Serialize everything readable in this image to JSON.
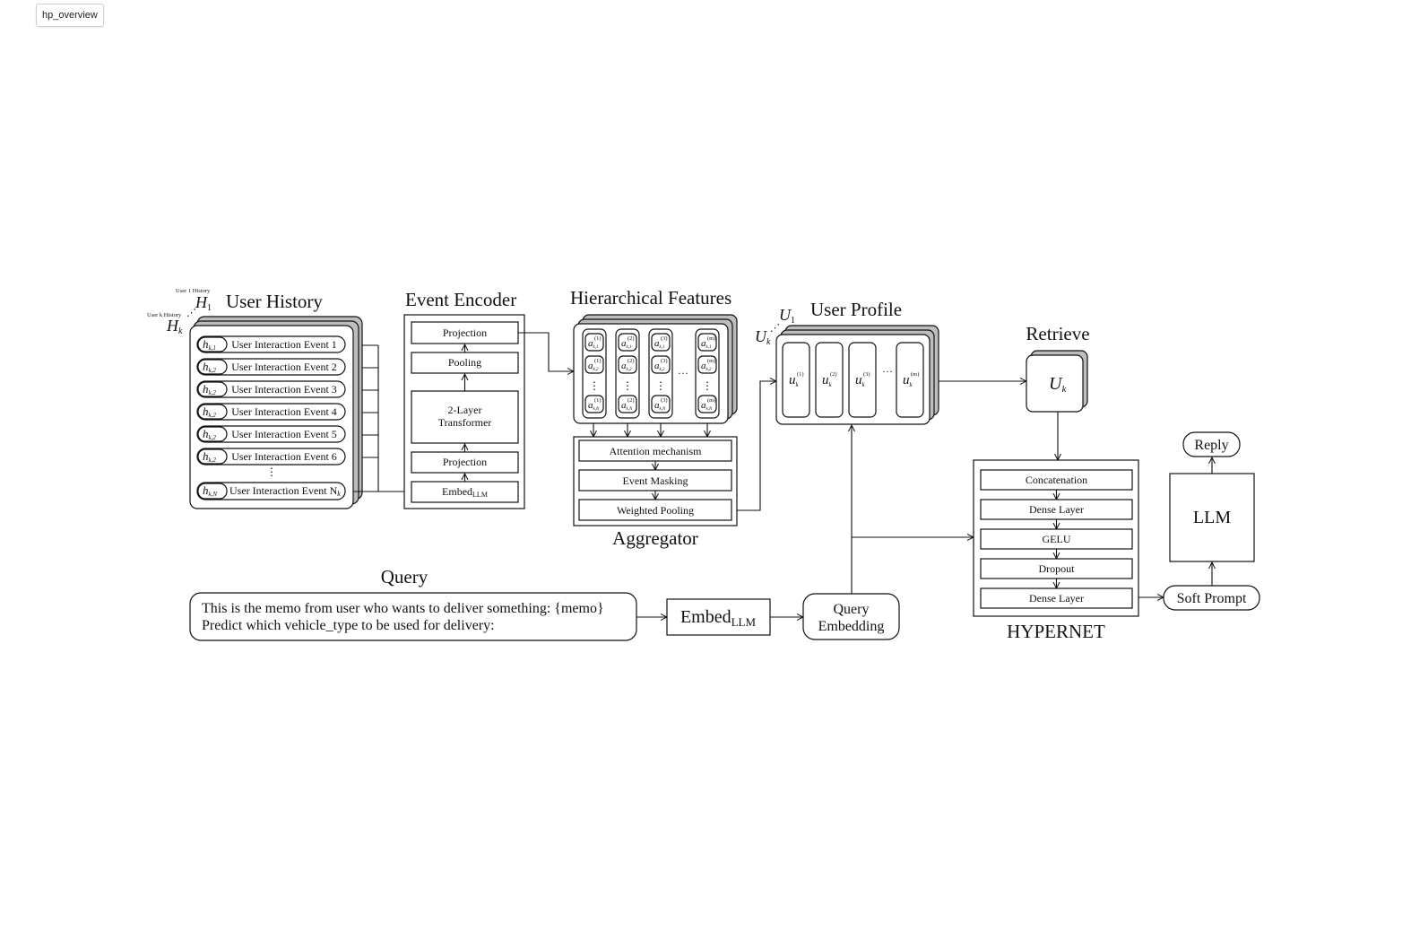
{
  "tab": {
    "label": "hp_overview"
  },
  "user_history": {
    "title": "User History",
    "history_label_first": "User 1 History",
    "history_label_k": "User k History",
    "stack_label_first": "H",
    "stack_label_first_sub": "1",
    "stack_label_k": "H",
    "stack_label_k_sub": "k",
    "events": [
      {
        "tag": "h",
        "tag_sub": "k,1",
        "label": "User Interaction Event 1"
      },
      {
        "tag": "h",
        "tag_sub": "k,2",
        "label": "User Interaction Event 2"
      },
      {
        "tag": "h",
        "tag_sub": "k,2",
        "label": "User Interaction Event 3"
      },
      {
        "tag": "h",
        "tag_sub": "k,2",
        "label": "User Interaction Event 4"
      },
      {
        "tag": "h",
        "tag_sub": "k,2",
        "label": "User Interaction Event 5"
      },
      {
        "tag": "h",
        "tag_sub": "k,2",
        "label": "User Interaction Event 6"
      }
    ],
    "ellipsis": "⋮",
    "last_event": {
      "tag": "h",
      "tag_sub": "k,N",
      "label": "User Interaction Event N",
      "label_sub": "k"
    }
  },
  "event_encoder": {
    "title": "Event Encoder",
    "projection_top": "Projection",
    "pooling": "Pooling",
    "transformer_line1": "2-Layer",
    "transformer_line2": "Transformer",
    "projection_bottom": "Projection",
    "embed": "Embed",
    "embed_sub": "LLM"
  },
  "hierarchical_features": {
    "title": "Hierarchical Features",
    "cell_symbol": "a",
    "ellipsis_h": "···",
    "ellipsis_v": "⋮",
    "columns": [
      {
        "sup": "(1)",
        "subs": [
          "k,1",
          "k,2",
          "k,N"
        ]
      },
      {
        "sup": "(2)",
        "subs": [
          "k,1",
          "k,2",
          "k,N"
        ]
      },
      {
        "sup": "(3)",
        "subs": [
          "k,1",
          "k,2",
          "k,N"
        ]
      },
      {
        "sup": "(m)",
        "subs": [
          "k,1",
          "k,2",
          "k,N"
        ]
      }
    ]
  },
  "aggregator": {
    "title": "Aggregator",
    "steps": [
      "Attention mechanism",
      "Event Masking",
      "Weighted Pooling"
    ]
  },
  "user_profile": {
    "title": "User Profile",
    "stack_label_first": "U",
    "stack_label_first_sub": "1",
    "stack_label_k": "U",
    "stack_label_k_sub": "k",
    "cell_symbol": "u",
    "cell_sub": "k",
    "cells_sup": [
      "(1)",
      "(2)",
      "(3)",
      "(m)"
    ],
    "ellipsis": "···"
  },
  "retrieve": {
    "title": "Retrieve",
    "symbol": "U",
    "symbol_sub": "k"
  },
  "hypernet": {
    "title": "HYPERNET",
    "layers": [
      "Concatenation",
      "Dense Layer",
      "GELU",
      "Dropout",
      "Dense Layer"
    ]
  },
  "llm": {
    "label": "LLM"
  },
  "reply": {
    "label": "Reply"
  },
  "soft_prompt": {
    "label": "Soft Prompt"
  },
  "query": {
    "title": "Query",
    "line1": "This is the memo from user who wants to deliver something: {memo}",
    "line2": "Predict which vehicle_type to be used for delivery:"
  },
  "query_embed": {
    "label": "Embed",
    "label_sub": "LLM"
  },
  "query_embedding": {
    "line1": "Query",
    "line2": "Embedding"
  }
}
